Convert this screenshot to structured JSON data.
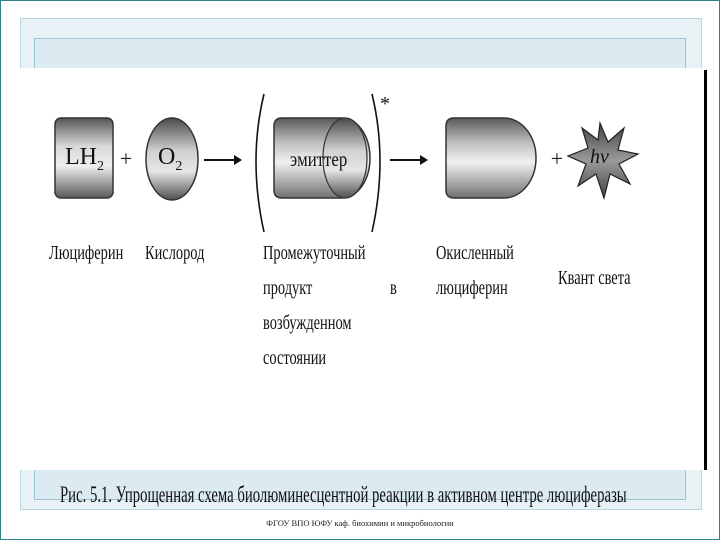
{
  "diagram": {
    "reactant1": {
      "symbol": "LH",
      "subscript": "2",
      "label": "Люциферин"
    },
    "plus1": "+",
    "reactant2": {
      "symbol": "O",
      "subscript": "2",
      "label": "Кислород"
    },
    "intermediate": {
      "inner_text": "эмиттер",
      "asterisk": "*",
      "label_lines": [
        "Промежуточный",
        "продукт",
        "возбужденном",
        "состоянии"
      ],
      "label_in": "в"
    },
    "product": {
      "label_lines": [
        "Окисленный",
        "люциферин"
      ]
    },
    "plus2": "+",
    "light": {
      "symbol": "hν",
      "label": "Квант света"
    },
    "caption": "Рис. 5.1. Упрощенная схема биолюминесцентной реакции в активном центре люциферазы"
  },
  "footer": {
    "text": "ФГОУ ВПО ЮФУ каф. биохимии и микробиологии"
  }
}
